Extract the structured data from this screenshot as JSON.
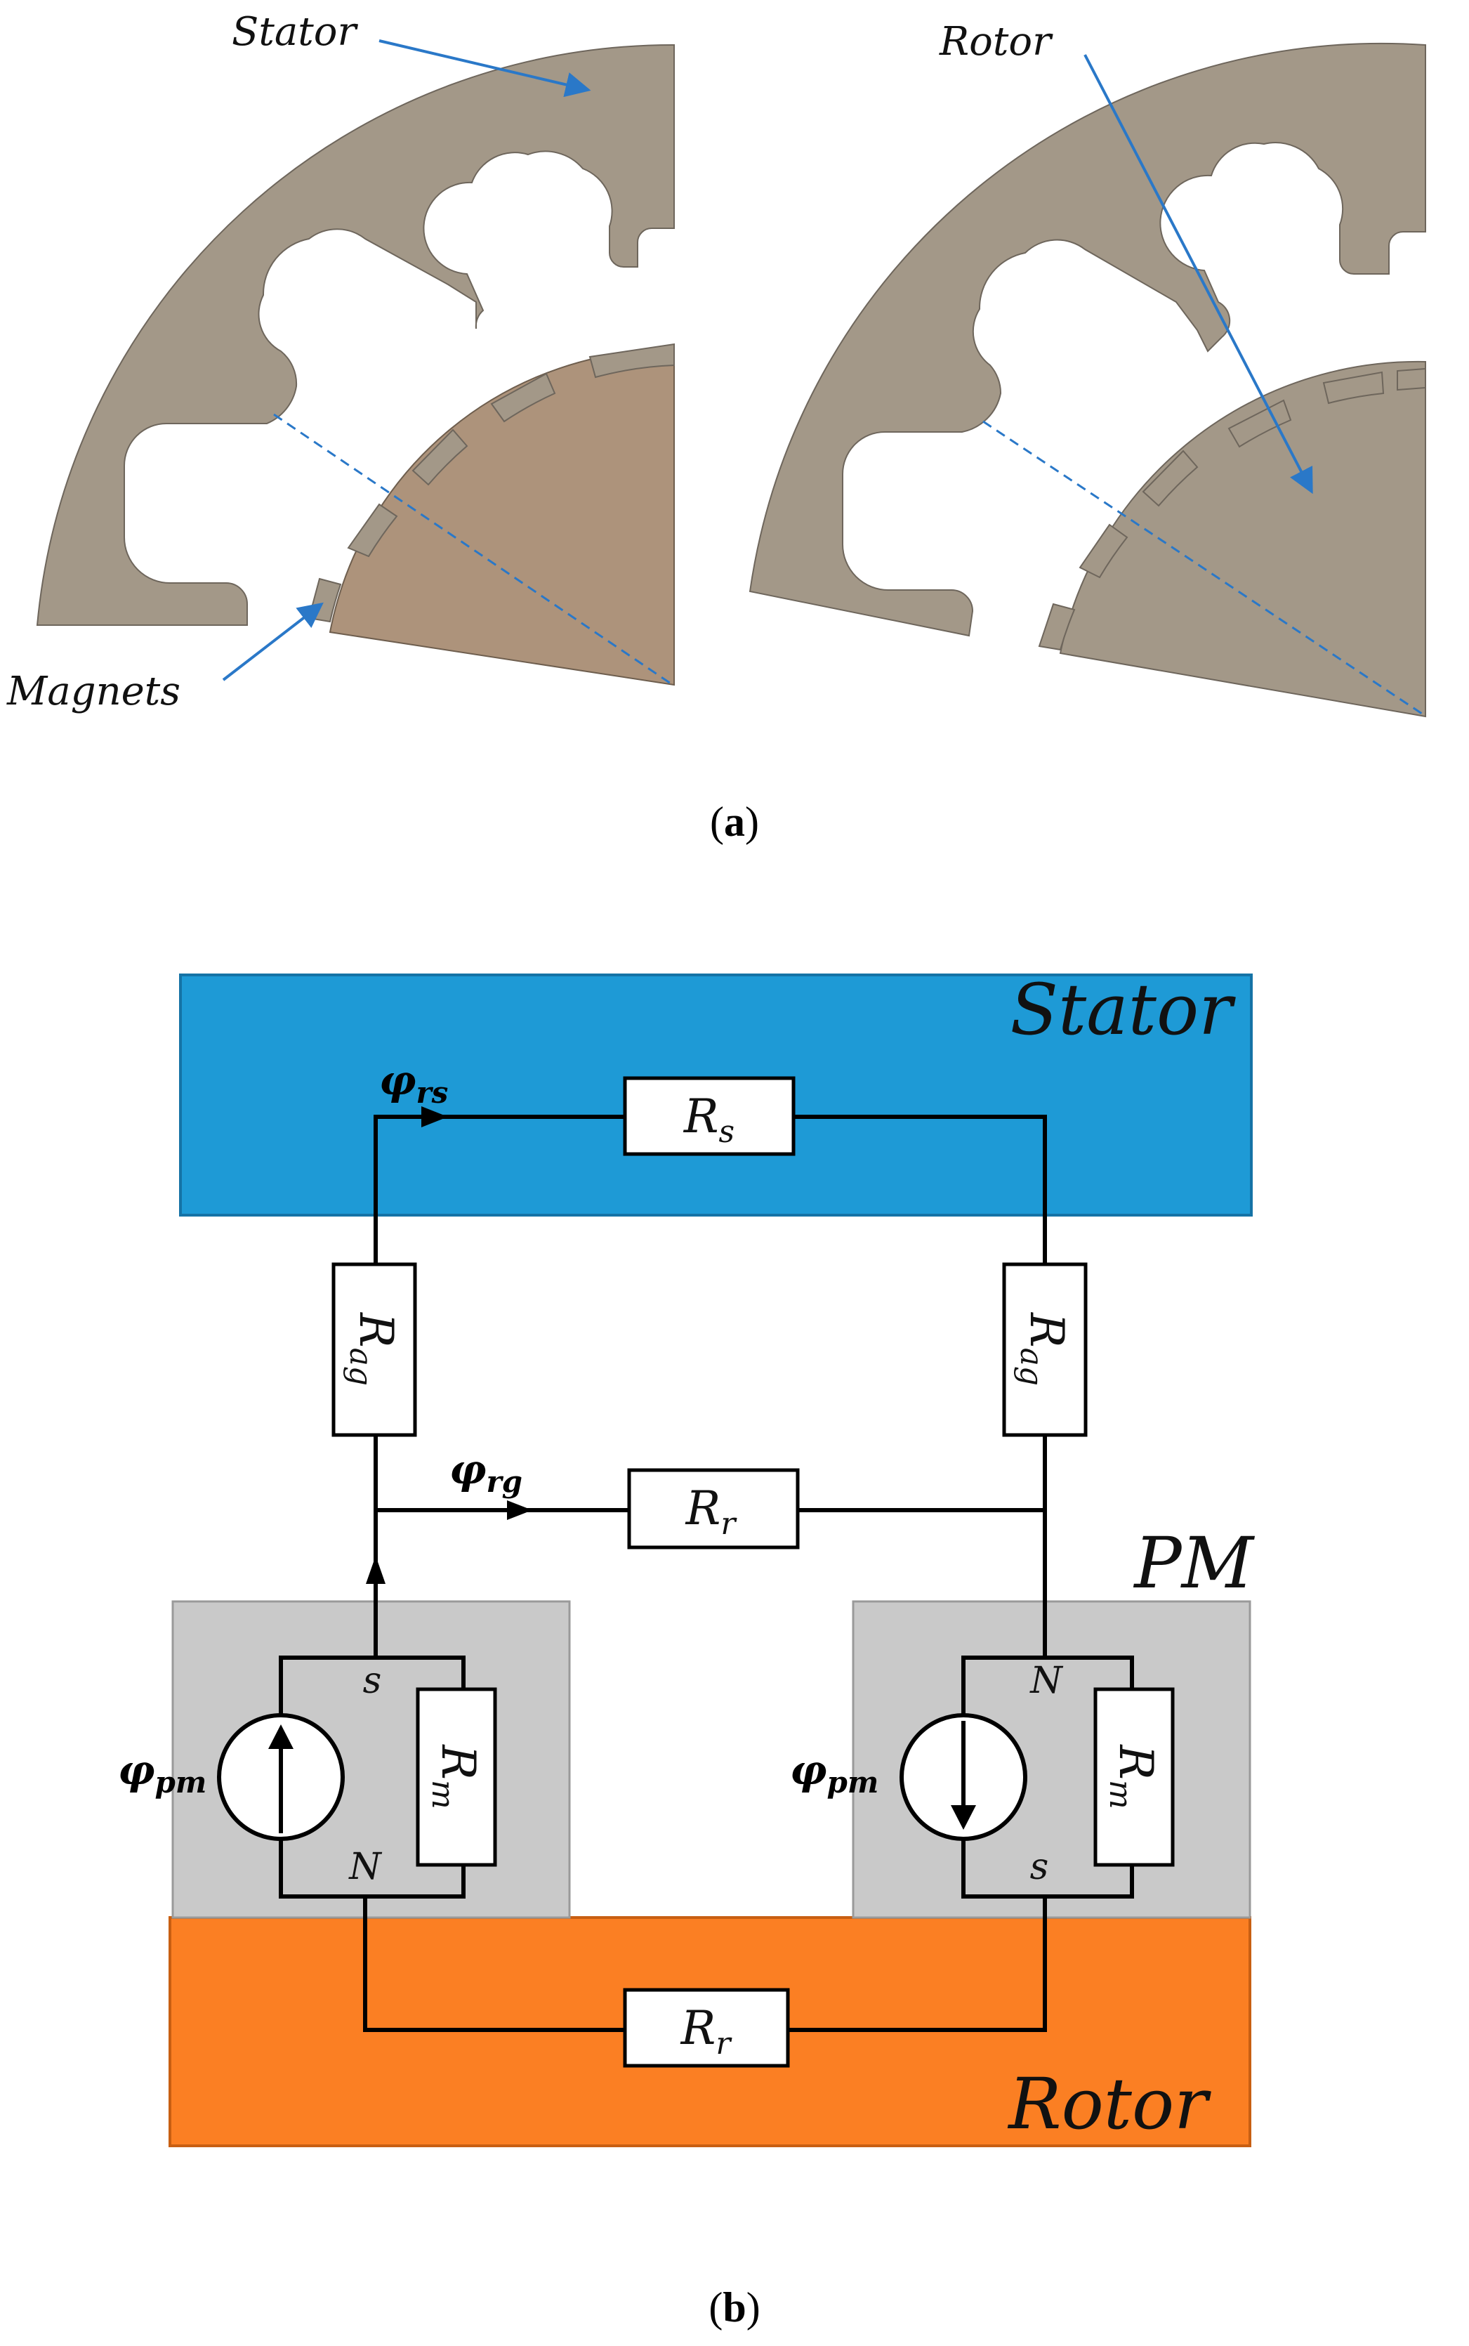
{
  "part_a": {
    "caption_open": "(",
    "caption_letter": "a",
    "caption_close": ")",
    "labels": {
      "stator": "Stator",
      "rotor": "Rotor",
      "magnets": "Magnets"
    },
    "colors": {
      "steel": "#a39888",
      "rotor_pm": "#ad937b",
      "arrow": "#2a78c8"
    }
  },
  "part_b": {
    "caption_open": "(",
    "caption_letter": "b",
    "caption_close": ")",
    "regions": {
      "stator": "Stator",
      "rotor": "Rotor",
      "pm": "PM"
    },
    "resistors": {
      "rs": {
        "base": "R",
        "sub": "s"
      },
      "rag_left": {
        "base": "R",
        "sub": "ag"
      },
      "rag_right": {
        "base": "R",
        "sub": "ag"
      },
      "rr_mid": {
        "base": "R",
        "sub": "r"
      },
      "rr_bottom": {
        "base": "R",
        "sub": "r"
      },
      "rm_left": {
        "base": "R",
        "sub": "m"
      },
      "rm_right": {
        "base": "R",
        "sub": "m"
      }
    },
    "fluxes": {
      "rs": {
        "base": "φ",
        "sub": "rs"
      },
      "rg": {
        "base": "φ",
        "sub": "rg"
      },
      "pm_left": {
        "base": "φ",
        "sub": "pm"
      },
      "pm_right": {
        "base": "φ",
        "sub": "pm"
      }
    },
    "poles": {
      "left_top": "s",
      "left_bottom": "N",
      "right_top": "N",
      "right_bottom": "s"
    },
    "colors": {
      "stator": "#1e9ad6",
      "rotor": "#fb7f23",
      "pm": "#c9c9c9"
    }
  }
}
